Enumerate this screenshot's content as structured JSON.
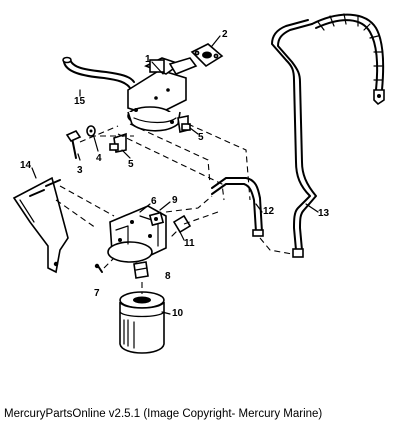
{
  "caption": "MercuryPartsOnline v2.5.1 (Image Copyright- Mercury Marine)",
  "callouts": {
    "c1": "1",
    "c2": "2",
    "c3": "3",
    "c4": "4",
    "c5a": "5",
    "c5b": "5",
    "c6": "6",
    "c7": "7",
    "c8": "8",
    "c9": "9",
    "c10": "10",
    "c11": "11",
    "c12": "12",
    "c13": "13",
    "c14": "14",
    "c15": "15"
  }
}
